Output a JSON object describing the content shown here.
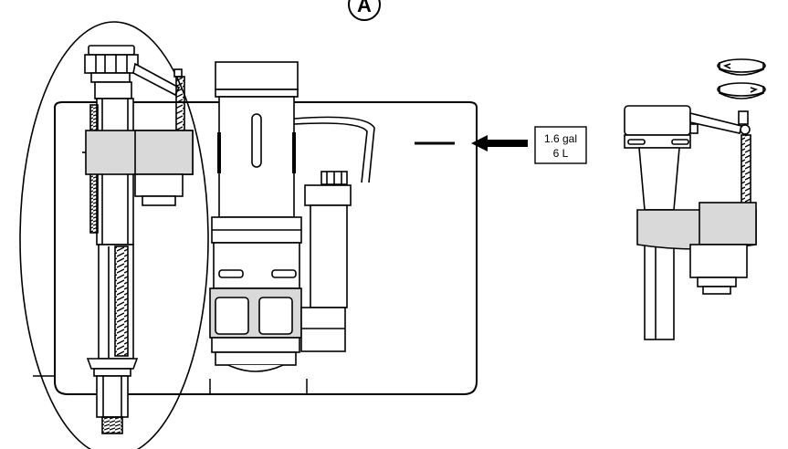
{
  "step_label": "A",
  "water_level": {
    "volume_gal": "1.6 gal",
    "volume_l": "6 L"
  },
  "colors": {
    "line": "#000000",
    "shade": "#d9d9d9",
    "background": "#ffffff"
  },
  "icons": [
    "rotate-counterclockwise-icon",
    "rotate-clockwise-icon",
    "arrow-left-icon"
  ]
}
